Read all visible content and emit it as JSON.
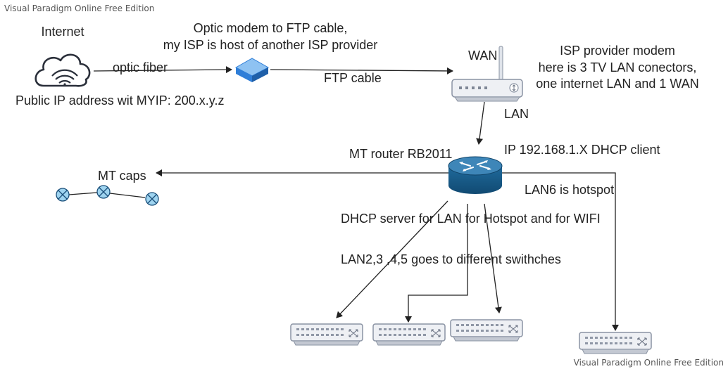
{
  "watermark": {
    "top": "Visual Paradigm Online Free Edition",
    "bottom": "Visual Paradigm Online Free Edition"
  },
  "labels": {
    "internet": "Internet",
    "optic_fiber": "optic fiber",
    "public_ip": "Public IP address wit MYIP: 200.x.y.z",
    "optic_modem_line1": "Optic modem to FTP cable,",
    "optic_modem_line2": "my ISP is host of another ISP provider",
    "ftp_cable": "FTP cable",
    "wan": "WAN",
    "isp_modem_line1": "ISP provider modem",
    "isp_modem_line2": "here is 3 TV LAN conectors,",
    "isp_modem_line3": "one internet LAN and 1 WAN",
    "lan": "LAN",
    "mt_router": "MT router RB2011",
    "ip_dhcp_client": "IP 192.168.1.X DHCP client",
    "mt_caps": "MT caps",
    "lan6_hotspot": "LAN6 is hotspot",
    "dhcp_server": "DHCP server for LAN for Hotspot and for WIFI",
    "lan_switches": "LAN2,3 ,4,5 goes to different swithches"
  },
  "icons": {
    "cloud": "cloud-wifi-icon",
    "optic_modem": "optic-modem-icon",
    "isp_modem": "wifi-router-icon",
    "mt_router": "router-icon",
    "cap": "access-point-icon",
    "switch": "network-switch-icon"
  },
  "colors": {
    "line": "#222222",
    "router_blue": "#1b5e8c",
    "modem_blue": "#2f7ed8",
    "cap_fill": "#9fd4f0",
    "device_gray": "#e6e9ee",
    "device_stroke": "#8a93a3"
  }
}
